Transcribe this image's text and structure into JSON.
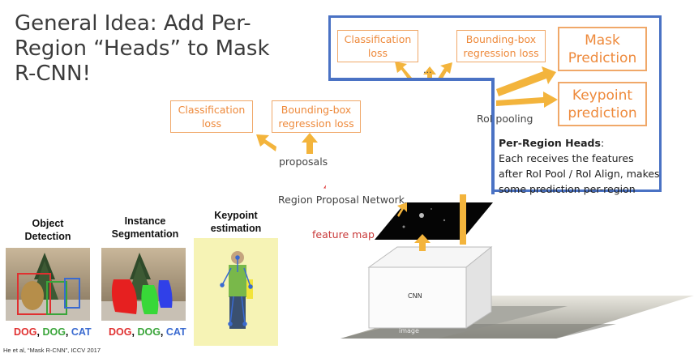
{
  "title": "General Idea: Add Per-Region “Heads” to Mask R-CNN!",
  "top_heads": {
    "classification": "Classification\nloss",
    "bbox": "Bounding-box\nregression loss",
    "ellipsis": "..."
  },
  "mask_prediction": "Mask\nPrediction",
  "keypoint_prediction": "Keypoint\nprediction",
  "rpn_heads": {
    "classification": "Classification\nloss",
    "bbox": "Bounding-box\nregression loss"
  },
  "labels": {
    "proposals": "proposals",
    "rpn": "Region Proposal Network",
    "feature_map": "feature map",
    "roi_pooling": "RoI pooling",
    "cnn": "CNN",
    "image": "image"
  },
  "per_region": {
    "heading": "Per-Region Heads",
    "heading_suffix": ":",
    "body": "Each receives the features after RoI Pool / RoI Align, makes some prediction per-region"
  },
  "panels": {
    "object_detection": "Object\nDetection",
    "instance_segmentation": "Instance\nSegmentation",
    "keypoint_estimation": "Keypoint\nestimation"
  },
  "captions": {
    "dog1": "DOG",
    "dog2": "DOG",
    "cat": "CAT",
    "sep": ", "
  },
  "citation": "He et al, “Mask R-CNN”, ICCV 2017",
  "colors": {
    "orange": "#ee8a3c",
    "blue": "#4a72c4",
    "arrow": "#f3b43c"
  }
}
